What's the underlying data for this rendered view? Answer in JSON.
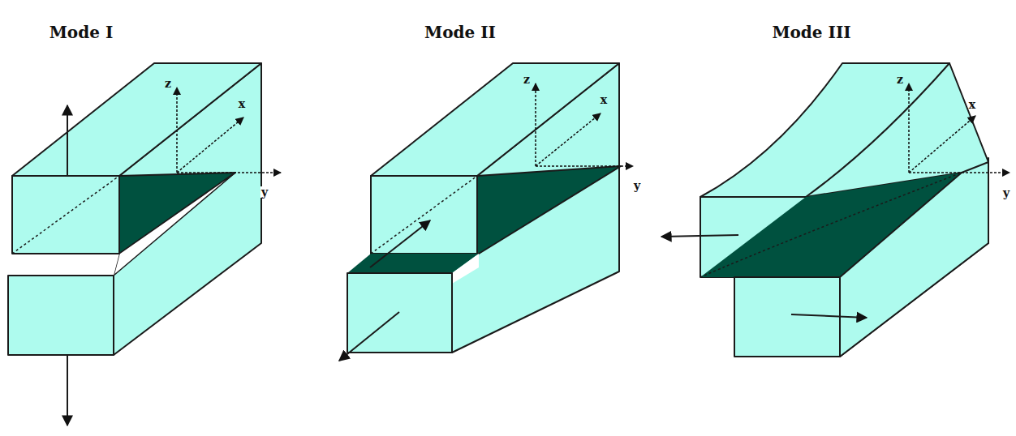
{
  "diagram": {
    "labels": [
      "Mode I",
      "z",
      "x",
      "y",
      "Mode II",
      "z",
      "x",
      "y",
      "Mode III",
      "z",
      "x",
      "y"
    ]
  }
}
